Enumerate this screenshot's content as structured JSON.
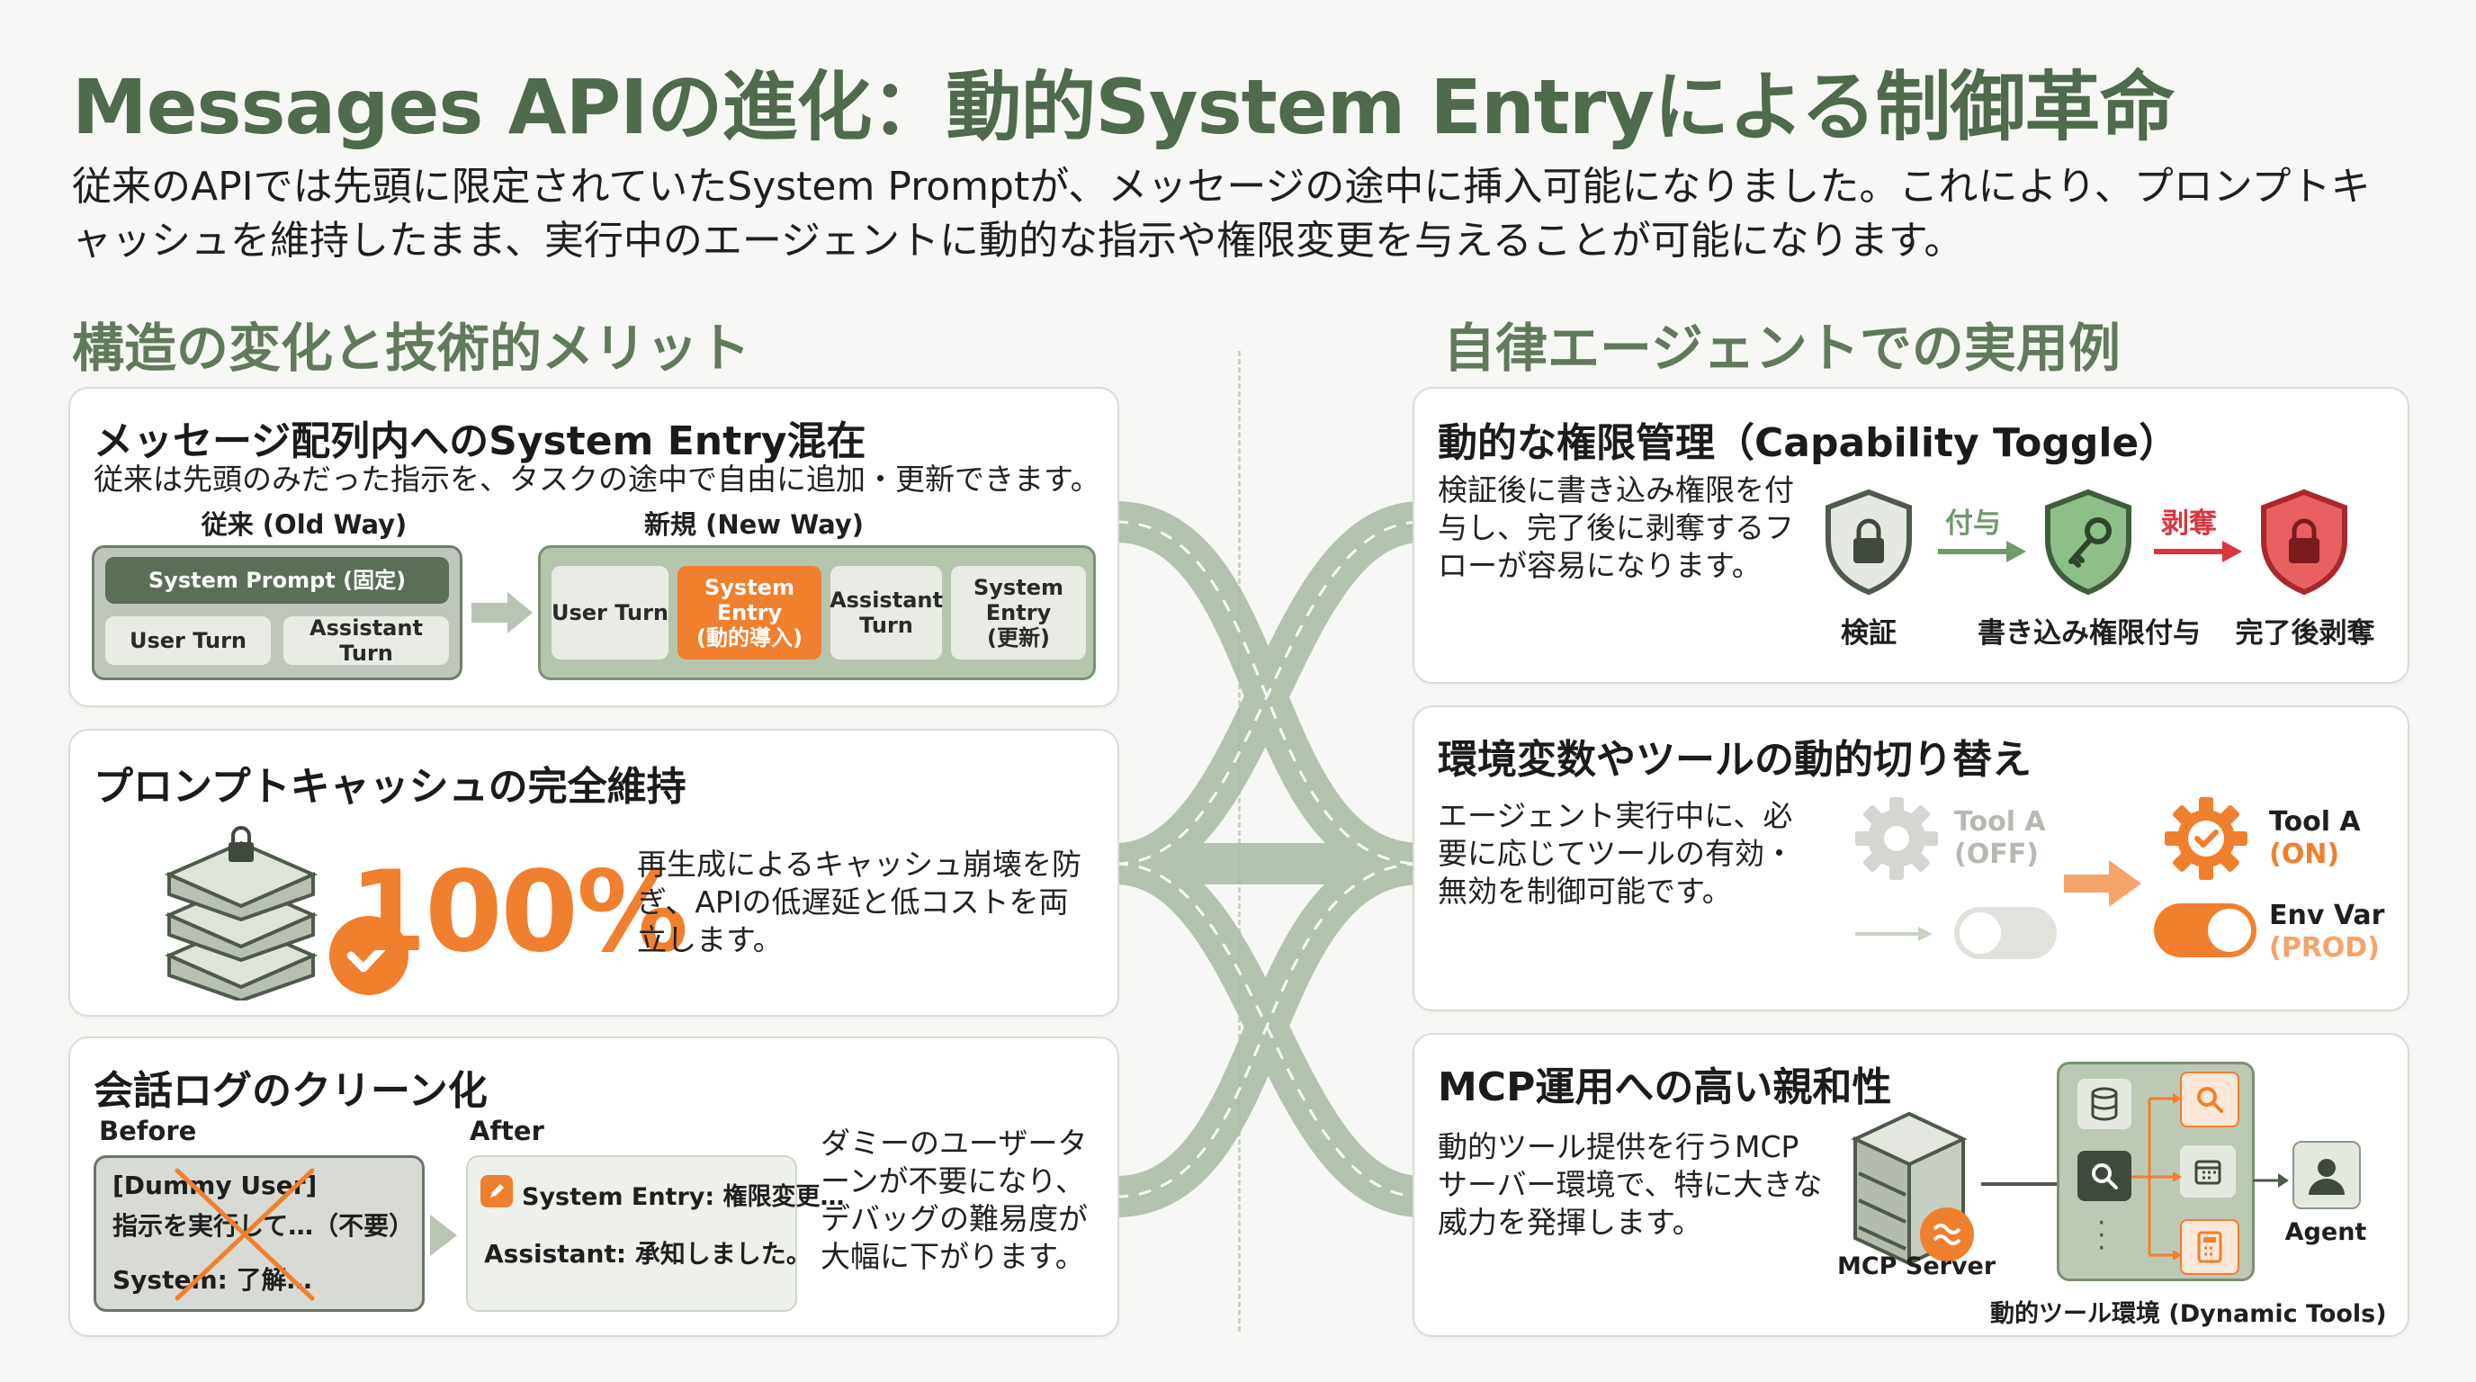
{
  "title": "Messages APIの進化：動的System Entryによる制御革命",
  "intro": "従来のAPIでは先頭に限定されていたSystem Promptが、メッセージの途中に挿入可能になりました。これにより、プロンプトキャッシュを維持したまま、実行中のエージェントに動的な指示や権限変更を与えることが可能になります。",
  "left_section": {
    "heading": "構造の変化と技術的メリット",
    "card1": {
      "title": "メッセージ配列内へのSystem Entry混在",
      "desc": "従来は先頭のみだった指示を、タスクの途中で自由に追加・更新できます。",
      "old_label": "従来 (Old Way)",
      "new_label": "新規 (New Way)",
      "old_system": "System Prompt (固定)",
      "old_user": "User Turn",
      "old_assistant": "Assistant Turn",
      "new_user": "User Turn",
      "new_system_dyn": "System Entry\n(動的導入)",
      "new_assistant": "Assistant\nTurn",
      "new_system_upd": "System Entry\n(更新)"
    },
    "card2": {
      "title": "プロンプトキャッシュの完全維持",
      "percent": "100%",
      "desc": "再生成によるキャッシュ崩壊を防ぎ、APIの低遅延と低コストを両立します。"
    },
    "card3": {
      "title": "会話ログのクリーン化",
      "before_label": "Before",
      "after_label": "After",
      "before_line1": "[Dummy User]",
      "before_line2": "指示を実行して…（不要）",
      "before_line3": "System: 了解…",
      "after_line1": "System Entry: 権限変更…",
      "after_line2": "Assistant: 承知しました。",
      "desc": "ダミーのユーザーターンが不要になり、デバッグの難易度が大幅に下がります。"
    }
  },
  "right_section": {
    "heading": "自律エージェントでの実用例",
    "card1": {
      "title": "動的な権限管理（Capability Toggle）",
      "desc": "検証後に書き込み権限を付与し、完了後に剥奪するフローが容易になります。",
      "grant_label": "付与",
      "revoke_label": "剥奪",
      "step1": "検証",
      "step2": "書き込み権限付与",
      "step3": "完了後剥奪"
    },
    "card2": {
      "title": "環境変数やツールの動的切り替え",
      "desc": "エージェント実行中に、必要に応じてツールの有効・無効を制御可能です。",
      "tool_off_name": "Tool A",
      "tool_off_state": "(OFF)",
      "tool_on_name": "Tool A",
      "tool_on_state": "(ON)",
      "env_name": "Env Var",
      "env_state": "(PROD)"
    },
    "card3": {
      "title": "MCP運用への高い親和性",
      "desc": "動的ツール提供を行うMCPサーバー環境で、特に大きな威力を発揮します。",
      "server_label": "MCP Server",
      "agent_label": "Agent",
      "tools_label": "動的ツール環境 (Dynamic Tools)"
    }
  },
  "colors": {
    "heading_green": "#4f6a4c",
    "accent_orange": "#f07f2e",
    "accent_red": "#d9363e",
    "soft_green": "#6f9a6a"
  }
}
